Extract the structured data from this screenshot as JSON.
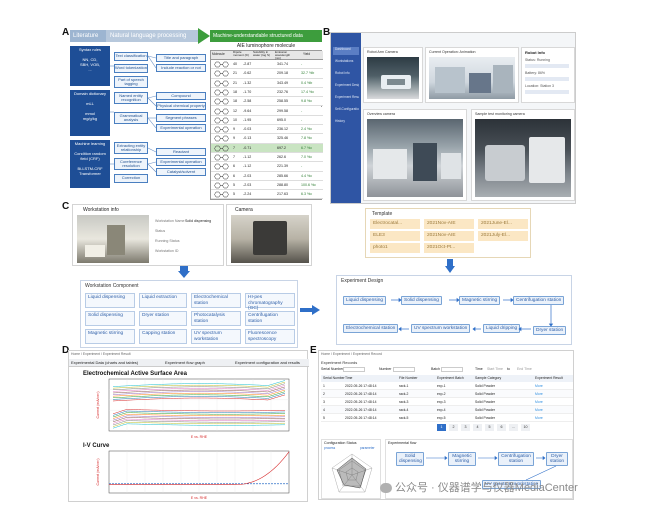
{
  "panels": {
    "A": "A",
    "B": "B",
    "C": "C",
    "D": "D",
    "E": "E"
  },
  "panelA": {
    "header_left": "Literature",
    "header_mid": "Natural language processing",
    "header_right": "Machine-understandable structured data",
    "table_title": "AIE luminophore molecule",
    "table_headers": [
      "Molecule",
      "Dipole moment (D)",
      "Solubility in water (log S)",
      "Emission wavelength (nm)",
      "Yield"
    ],
    "rows": [
      {
        "idx": "40",
        "dip": "-2.87",
        "wl": "341.74",
        "yield": "-"
      },
      {
        "idx": "21",
        "dip": "-0.62",
        "wl": "209.18",
        "yield": "32.7 %b"
      },
      {
        "idx": "21",
        "dip": "-1.32",
        "wl": "343.49",
        "yield": "0.4 %b"
      },
      {
        "idx": "18",
        "dip": "-1.70",
        "wl": "232.76",
        "yield": "17.4 %c"
      },
      {
        "idx": "18",
        "dip": "-2.58",
        "wl": "258.55",
        "yield": "9.8 %c"
      },
      {
        "idx": "12",
        "dip": "-9.64",
        "wl": "299.58",
        "yield": "-"
      },
      {
        "idx": "10",
        "dip": "-1.95",
        "wl": "695.0",
        "yield": "-"
      },
      {
        "idx": "9",
        "dip": "-0.03",
        "wl": "236.12",
        "yield": "2.4 %c"
      },
      {
        "idx": "9",
        "dip": "-0.13",
        "wl": "325.46",
        "yield": "7.8 %c"
      },
      {
        "idx": "7",
        "dip": "-0.71",
        "wl": "697.2",
        "yield": "6.7 %c"
      },
      {
        "idx": "7",
        "dip": "-1.12",
        "wl": "262.6",
        "yield": "7.0 %c"
      },
      {
        "idx": "6",
        "dip": "-1.12",
        "wl": "221.39",
        "yield": "-"
      },
      {
        "idx": "6",
        "dip": "-2.03",
        "wl": "285.66",
        "yield": "4.4 %c"
      },
      {
        "idx": "5",
        "dip": "-2.03",
        "wl": "288.80",
        "yield": "100.6 %c"
      },
      {
        "idx": "5",
        "dip": "-2.24",
        "wl": "217.63",
        "yield": "6.3 %c"
      }
    ],
    "left_blocks": [
      "Syntax rules\n\nNN, CD,\nSBH, VOB,\n...",
      "Domain dictionary\n\nmLL\n\nmmol\nmg/g/kg",
      "Machine learning\n\nCondition random\nfield (CRF)\n\nBi-LSTM-CRF\nTransformer"
    ],
    "mid_boxes": [
      "Text classification",
      "Word tokenization",
      "Part of speech tagging",
      "Named entity recognition",
      "Grammatical analysis",
      "Extracting entity relationship",
      "Coreference resolution",
      "Correction"
    ],
    "right_boxes": [
      "Title and paragraph",
      "Include reaction or not",
      "Compound",
      "Physical chemical property",
      "Segment phrases",
      "Experimental operation",
      "Reactant",
      "Experimental operation",
      "Catalyst/solvent"
    ]
  },
  "panelB": {
    "sidebar": [
      "Dashboard",
      "Workstations",
      "Robot Info",
      "Experiment Design",
      "Experiment Result",
      "Self-Configuration",
      "History"
    ],
    "cams": [
      "Robot Arm Camera",
      "Current Operation: Animation",
      "Overview camera",
      "Sample test monitoring camera"
    ],
    "info_title": "Robot Info",
    "info_rows": [
      "Status: Running",
      "Battery: 86%",
      "Location: Station 3"
    ]
  },
  "panelC": {
    "wk_title": "Workstation info",
    "cam_title": "Camera",
    "wk_fields": [
      "Workstation Name",
      "Solid dispensing",
      "Status",
      "Running Status",
      "Workstation ID"
    ],
    "comp_title": "Workstation Component",
    "components": [
      "Liquid dispensing",
      "Liquid extraction",
      "Electrochemical station",
      "HI-pes chromatography (GC)",
      "Solid dispensing",
      "Dryer station",
      "Photocatalysis station",
      "Centrifugation station",
      "Magnetic stirring",
      "Capping station",
      "UV spectrum workstation",
      "Fluorescence spectroscopy"
    ],
    "template_title": "Template",
    "templates": [
      "Electrocatal...",
      "2021Nov-AIE",
      "2021June-El...",
      "ELE3",
      "2021Nov-AIE",
      "2021July-El...",
      "photo1",
      "2021Oct-Pt..."
    ],
    "design_title": "Experiment Design",
    "flow": [
      "Liquid dispensing",
      "Solid dispensing",
      "Magnetic stirring",
      "Centrifugation station",
      "Dryer station",
      "Liquid dripping",
      "UV spectrum workstation",
      "Electrochemical station"
    ]
  },
  "panelD": {
    "breadcrumb": "Home / Experiment / Experiment Result",
    "tabs": [
      "Experimental Data (charts and tables)",
      "Experiment flow graph",
      "Experiment configuration and results"
    ],
    "chart1_title": "Electrochemical Active Surface Area",
    "chart1_xlabel": "E vs. RHE",
    "chart1_ylabel": "Current (mA/cm²)",
    "chart2_title": "I-V Curve",
    "chart2_xlabel": "E vs. RHE",
    "chart2_ylabel": "Current (mA/cm²)"
  },
  "panelE": {
    "breadcrumb": "Home / Experiment / Experiment Record",
    "list_title": "Experiment Records",
    "filters": [
      "Serial Number",
      "Number",
      "Batch",
      "Time",
      "Start Time",
      "to",
      "End Time"
    ],
    "headers": [
      "Serial Number",
      "Time",
      "File Number",
      "Experiment Batch",
      "Sample Category",
      "Experiment Result"
    ],
    "rows": [
      [
        "1",
        "2022-05-26 17:48:14",
        "rack-1",
        "exp-1",
        "Solid Powder",
        "More"
      ],
      [
        "2",
        "2022-05-26 17:48:14",
        "rack-2",
        "exp-2",
        "Solid Powder",
        "More"
      ],
      [
        "3",
        "2022-05-26 17:48:14",
        "rack-3",
        "exp-3",
        "Solid Powder",
        "More"
      ],
      [
        "4",
        "2022-05-26 17:48:14",
        "rack-4",
        "exp-4",
        "Solid Powder",
        "More"
      ],
      [
        "5",
        "2022-05-26 17:48:14",
        "rack-5",
        "exp-5",
        "Solid Powder",
        "More"
      ]
    ],
    "pages": [
      "1",
      "2",
      "3",
      "4",
      "5",
      "6",
      "...",
      "10"
    ],
    "config_title": "Configuration Status",
    "config_left": "process",
    "config_right": "parameter",
    "flow_title": "Experimental flow",
    "flow": [
      "Solid dispensing",
      "Magnetic stirring",
      "Centrifugation station",
      "Dryer station",
      "UV spectrum workstation"
    ]
  },
  "watermark": "公众号 · 仪器谱学与仪器MediaCenter"
}
